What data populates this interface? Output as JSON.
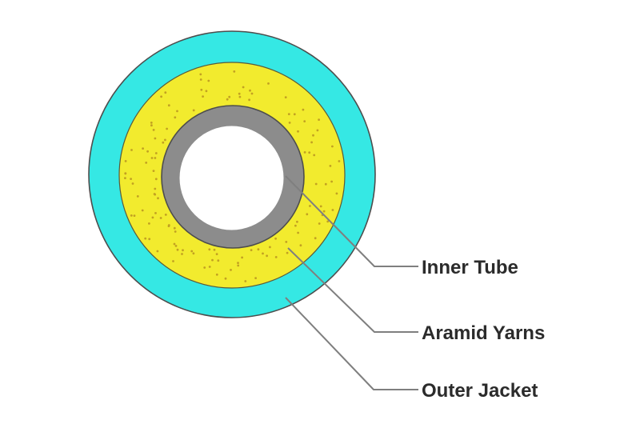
{
  "diagram": {
    "type": "cable-cross-section",
    "labels": [
      {
        "id": "inner-tube",
        "text": "Inner Tube"
      },
      {
        "id": "aramid-yarns",
        "text": "Aramid Yarns"
      },
      {
        "id": "outer-jacket",
        "text": "Outer Jacket"
      }
    ]
  },
  "colors": {
    "background": "#ffffff",
    "outer_jacket_fill": "#35e8e4",
    "aramid_yarns_fill": "#f2eb2e",
    "aramid_dot": "#c2a122",
    "inner_tube_fill": "#8c8c8c",
    "fiber_core_fill": "#ffffff",
    "outline": "#4d4d4d",
    "leader_line": "#7f7f7f",
    "label_text": "#2b2b2b"
  },
  "texture": {
    "dot_count": 130,
    "dot_radius": 1.4
  }
}
